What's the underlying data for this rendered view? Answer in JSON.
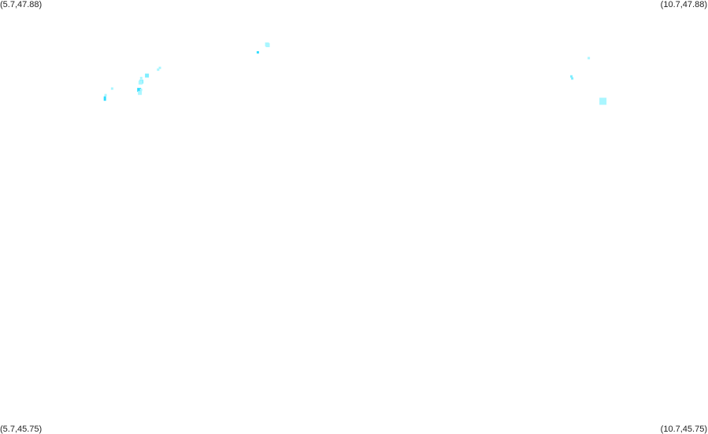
{
  "corners": {
    "top_left": "(5.7,47.88)",
    "top_right": "(10.7,47.88)",
    "bottom_left": "(5.7,45.75)",
    "bottom_right": "(10.7,45.75)"
  },
  "extent": {
    "lon_min": 5.7,
    "lon_max": 10.7,
    "lat_min": 45.75,
    "lat_max": 47.88
  },
  "colors": {
    "background": "#ffffff",
    "feature_light": "#aaf6ff",
    "feature_mid": "#7feeff",
    "feature_dark": "#33ddff"
  },
  "features": [
    {
      "lon": 7.591,
      "lat": 47.658,
      "tone": "light",
      "size": 2
    },
    {
      "lon": 7.586,
      "lat": 47.662,
      "tone": "light",
      "size": 2
    },
    {
      "lon": 7.521,
      "lat": 47.623,
      "tone": "dark",
      "size": 1
    },
    {
      "lon": 6.829,
      "lat": 47.547,
      "tone": "light",
      "size": 1
    },
    {
      "lon": 6.817,
      "lat": 47.538,
      "tone": "light",
      "size": 1
    },
    {
      "lon": 6.738,
      "lat": 47.509,
      "tone": "mid",
      "size": 2
    },
    {
      "lon": 6.697,
      "lat": 47.497,
      "tone": "light",
      "size": 1
    },
    {
      "lon": 6.699,
      "lat": 47.479,
      "tone": "mid",
      "size": 2
    },
    {
      "lon": 6.692,
      "lat": 47.475,
      "tone": "light",
      "size": 2
    },
    {
      "lon": 6.492,
      "lat": 47.445,
      "tone": "light",
      "size": 1
    },
    {
      "lon": 6.683,
      "lat": 47.439,
      "tone": "dark",
      "size": 2
    },
    {
      "lon": 6.696,
      "lat": 47.439,
      "tone": "light",
      "size": 1
    },
    {
      "lon": 6.688,
      "lat": 47.424,
      "tone": "light",
      "size": 2
    },
    {
      "lon": 6.446,
      "lat": 47.413,
      "tone": "light",
      "size": 1
    },
    {
      "lon": 6.441,
      "lat": 47.401,
      "tone": "dark",
      "size": 1
    },
    {
      "lon": 6.441,
      "lat": 47.391,
      "tone": "dark",
      "size": 1
    },
    {
      "lon": 9.858,
      "lat": 47.595,
      "tone": "light",
      "size": 1
    },
    {
      "lon": 9.735,
      "lat": 47.505,
      "tone": "mid",
      "size": 1
    },
    {
      "lon": 9.741,
      "lat": 47.495,
      "tone": "mid",
      "size": 1
    },
    {
      "lon": 9.958,
      "lat": 47.383,
      "tone": "light",
      "size": 3
    }
  ]
}
